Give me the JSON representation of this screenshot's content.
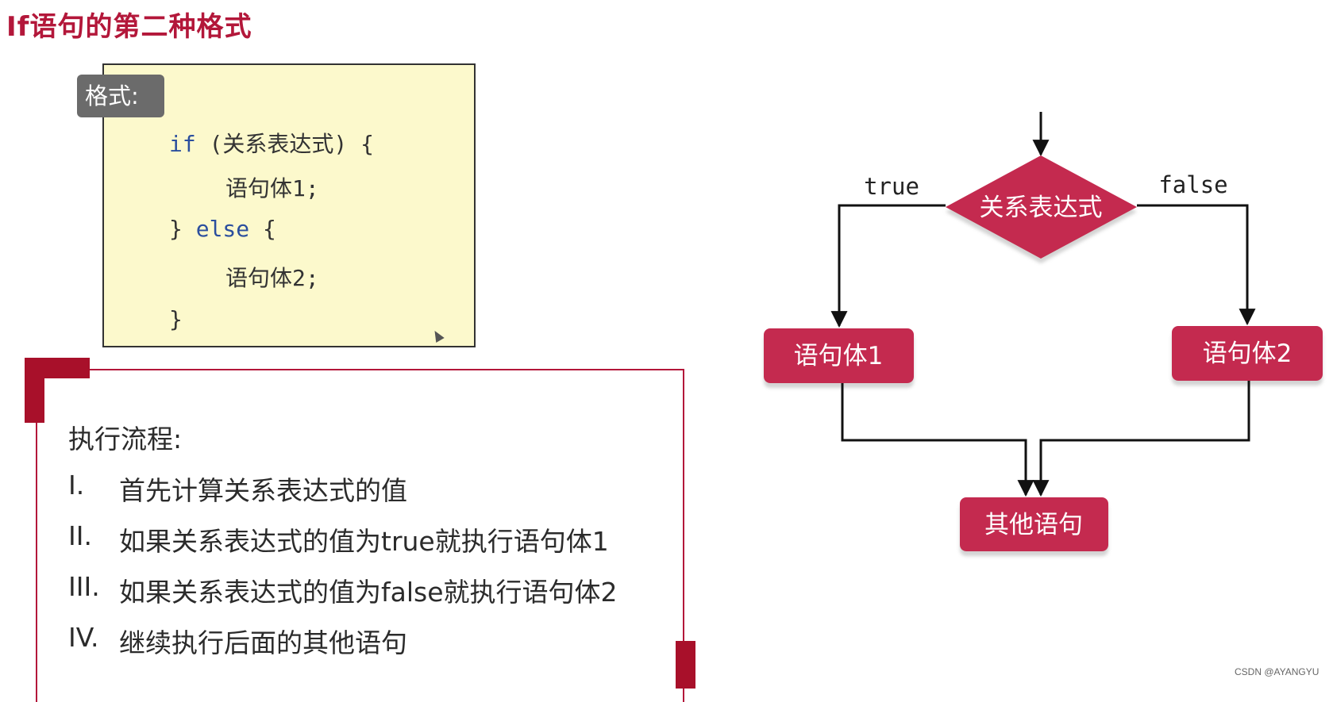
{
  "title": "If语句的第二种格式",
  "format_box": {
    "badge": "格式:",
    "code_lines": {
      "line1_kw": "if",
      "line1_rest": " (关系表达式) {",
      "line2": "语句体1;",
      "line3_open": "} ",
      "line3_kw": "else",
      "line3_rest": " {",
      "line4": "语句体2;",
      "line5": "}"
    }
  },
  "flow_panel": {
    "heading": "执行流程:",
    "steps": [
      {
        "num": "I.",
        "text": "首先计算关系表达式的值"
      },
      {
        "num": "II.",
        "text": "如果关系表达式的值为true就执行语句体1"
      },
      {
        "num": "III.",
        "text": "如果关系表达式的值为false就执行语句体2"
      },
      {
        "num": "IV.",
        "text": "继续执行后面的其他语句"
      }
    ]
  },
  "flowchart": {
    "condition": "关系表达式",
    "true_label": "true",
    "false_label": "false",
    "branch_true": "语句体1",
    "branch_false": "语句体2",
    "next": "其他语句"
  },
  "colors": {
    "accent": "#b3173a",
    "node_fill": "#c4294f",
    "code_bg": "#fcf9cc"
  },
  "watermark": "CSDN @AYANGYU"
}
